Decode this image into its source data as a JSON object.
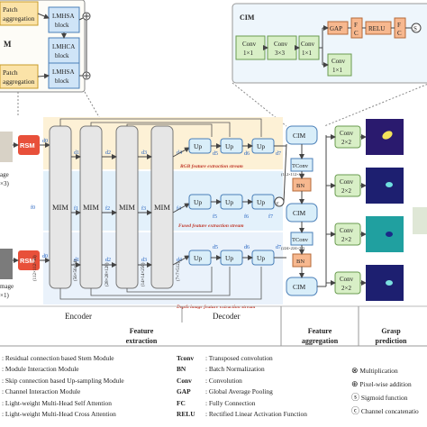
{
  "top_left": {
    "boxes": [
      "Patch aggregation",
      "LMHSA block",
      "LMHCA block",
      "Patch aggregation",
      "LMHSA block"
    ],
    "label_m": "M"
  },
  "cim_detail": {
    "title": "CIM",
    "conv1": [
      "Conv",
      "1×1"
    ],
    "conv3": [
      "Conv",
      "3×3"
    ],
    "conv1b": [
      "Conv",
      "1×1"
    ],
    "gap": "GAP",
    "fc1": [
      "F",
      "C"
    ],
    "relu": "RELU",
    "fc2": [
      "F",
      "C"
    ],
    "sig": "S",
    "conv_short": [
      "Conv",
      "1×1"
    ]
  },
  "inputs": {
    "rgb_label": [
      "age",
      "×3)"
    ],
    "depth_label": [
      "mage",
      "×1)"
    ],
    "rsm": "RSM",
    "dim_rgb": "(112×112×16)",
    "dim_depth": "(112×112×16)"
  },
  "encoder": {
    "mim": [
      "MIM",
      "MIM",
      "MIM",
      "MIM"
    ],
    "d_rgb": [
      "d1",
      "d2",
      "d3",
      "d4"
    ],
    "f_fused": [
      "f0",
      "f1",
      "f2",
      "f3",
      "f4"
    ],
    "d_depth": [
      "d0",
      "d1",
      "d2",
      "d3"
    ],
    "dims": [
      "(56×56×64)",
      "(28×28×128)",
      "(14×14×256)",
      "(7×7×512)"
    ]
  },
  "decoder": {
    "up": "Up",
    "rgb_d": [
      "d5",
      "d6",
      "d7"
    ],
    "fused_f": [
      "f5",
      "f6",
      "f7"
    ],
    "depth_d": [
      "d5",
      "d6",
      "d7"
    ],
    "rgb_stream": "RGB feature extraction stream",
    "fused_stream": "Fused feature extraction stream",
    "depth_stream": "Depth image feature extraction stream"
  },
  "aggregation": {
    "cim": "CIM",
    "tconv": "TConv",
    "bn": "BN",
    "dim1": "(112×112×16)",
    "dim2": "(224×224×32)"
  },
  "prediction": {
    "conv": [
      "Conv",
      "2×2"
    ]
  },
  "bottom": {
    "encoder": "Encoder",
    "decoder": "Decoder",
    "feature_extraction": [
      "Feature",
      "extraction"
    ],
    "feature_aggregation": [
      "Feature",
      "aggregation"
    ],
    "grasp_prediction": [
      "Grasp",
      "prediction"
    ]
  },
  "legend_left": [
    ": Residual connection based Stem Module",
    ": Module Interaction Module",
    ": Skip connection based Up-sampling Module",
    ": Channel Interaction Module",
    ": Light-weight Multi-Head Self Attention",
    ": Light-weight Multi-Head Cross Attention"
  ],
  "legend_mid": [
    {
      "abbr": "Tconv",
      "desc": ": Transposed convolution"
    },
    {
      "abbr": "BN",
      "desc": ": Batch Normalization"
    },
    {
      "abbr": "Conv",
      "desc": ": Convolution"
    },
    {
      "abbr": "GAP",
      "desc": ": Global Average Pooling"
    },
    {
      "abbr": "FC",
      "desc": ": Fully Connection"
    },
    {
      "abbr": "RELU",
      "desc": ": Rectified Linear Activation Function"
    }
  ],
  "legend_right": [
    {
      "symbol": "⊗",
      "desc": "Multiplication"
    },
    {
      "symbol": "⊕",
      "desc": "Pixel-wise addition"
    },
    {
      "symbol": "ⓢ",
      "desc": "Sigmoid function"
    },
    {
      "symbol": "ⓒ",
      "desc": "Channel concatenatio"
    }
  ],
  "colors": {
    "rsm": "#e8503a",
    "mim_fill": "#e6e6e6",
    "rgb_band": "#fdf1d6",
    "fused_band": "#e3f1fb",
    "depth_band": "#eaf2fb",
    "cim_fill": "#d9eef9",
    "bn_fill": "#f7b88f",
    "tconv_fill": "#d9eef9",
    "green_box": "#d8efc6",
    "orange_box": "#f7b88f"
  }
}
